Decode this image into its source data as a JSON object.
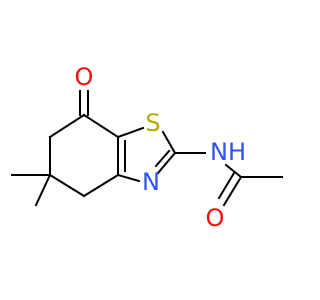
{
  "atoms": [
    {
      "id": "ketone-o",
      "symbol": "O",
      "color": "#ff0d0d"
    },
    {
      "id": "thiazole-s",
      "symbol": "S",
      "color": "#b3a800"
    },
    {
      "id": "thiazole-n",
      "symbol": "N",
      "color": "#3050f8"
    },
    {
      "id": "amide-nh",
      "symbol": "NH",
      "color": "#3050f8"
    },
    {
      "id": "amide-o",
      "symbol": "O",
      "color": "#ff0d0d"
    }
  ],
  "bond_color": "#000000",
  "background": "#ffffff"
}
